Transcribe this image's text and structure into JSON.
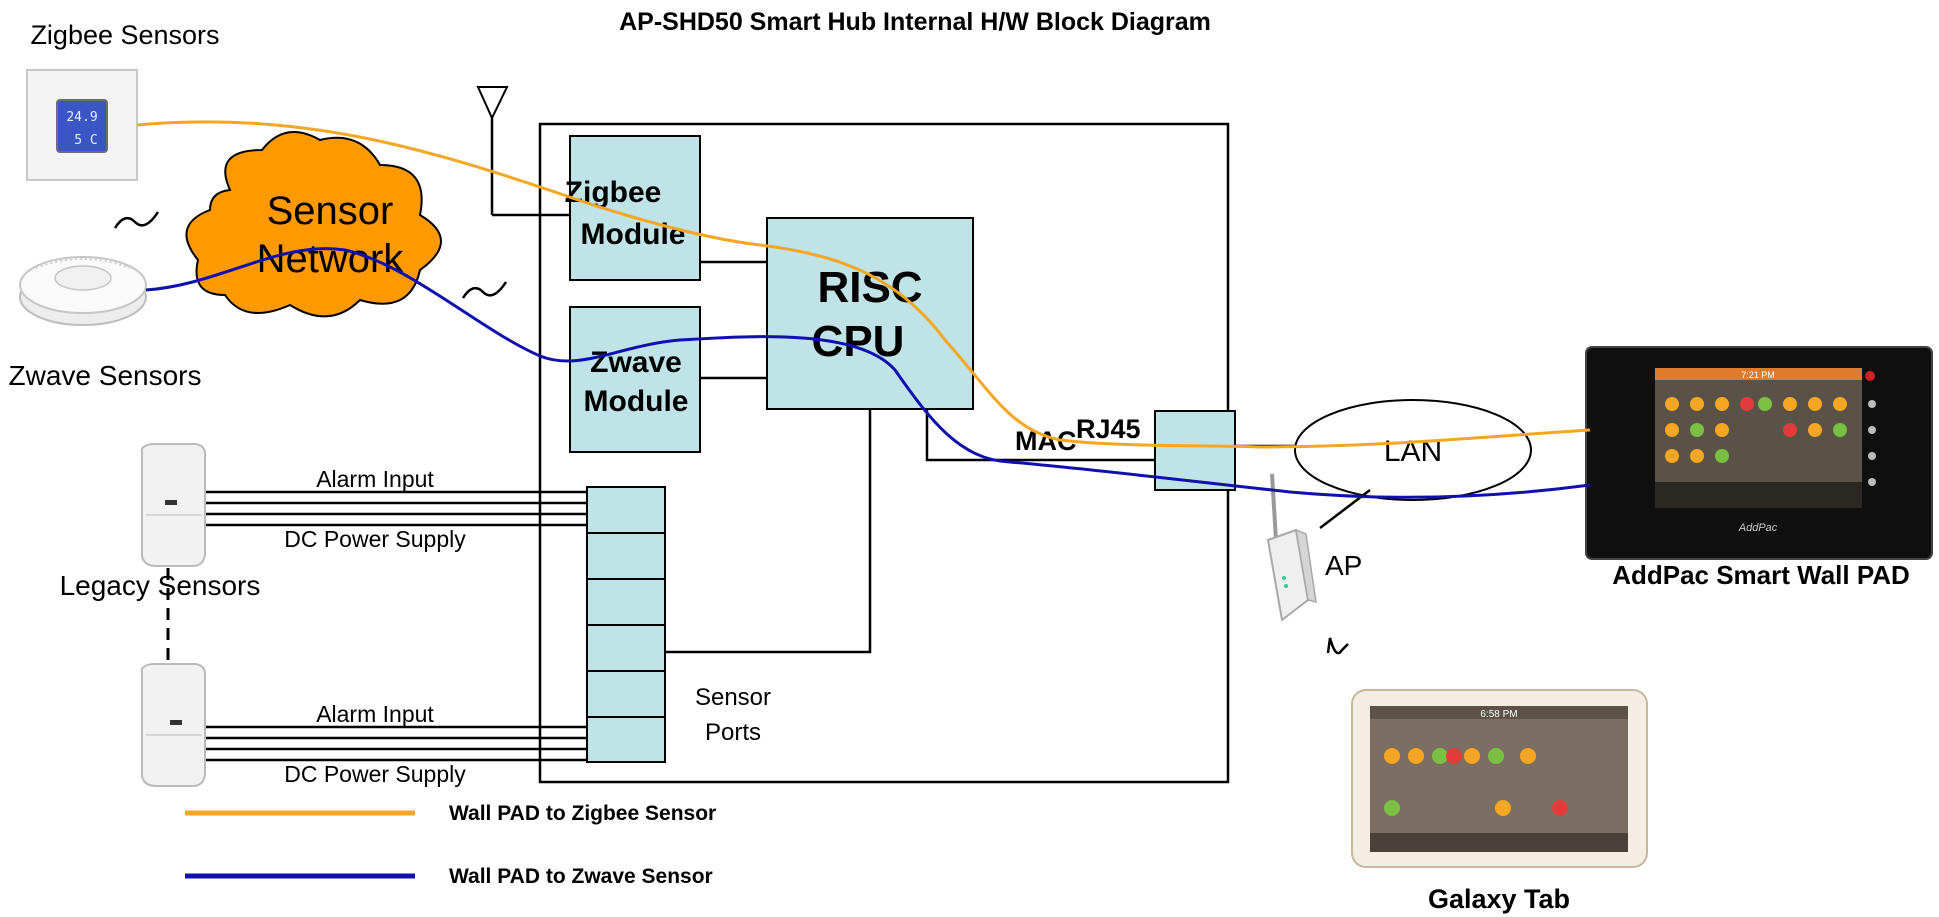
{
  "title": "AP-SHD50 Smart Hub Internal H/W Block Diagram",
  "labels": {
    "zigbee_sensors": "Zigbee Sensors",
    "zwave_sensors": "Zwave Sensors",
    "legacy_sensors": "Legacy Sensors",
    "sensor_network_line1": "Sensor",
    "sensor_network_line2": "Network",
    "alarm_input": "Alarm Input",
    "dc_power_supply": "DC Power Supply",
    "sensor_ports_line1": "Sensor",
    "sensor_ports_line2": "Ports",
    "mac": "MAC",
    "rj45": "RJ45",
    "lan": "LAN",
    "ap": "AP",
    "wall_pad": "AddPac Smart Wall PAD",
    "galaxy_tab": "Galaxy Tab"
  },
  "modules": {
    "zigbee_line1": "Zigbee",
    "zigbee_line2": "Module",
    "zwave_line1": "Zwave",
    "zwave_line2": "Module",
    "cpu_line1": "RISC",
    "cpu_line2": "CPU"
  },
  "legend": [
    {
      "label": "Wall PAD  to Zigbee Sensor",
      "color": "#F5A623"
    },
    {
      "label": "Wall PAD  to Zwave Sensor",
      "color": "#1010B0"
    }
  ],
  "devices": {
    "zigbee_display_line1": "24.9",
    "zigbee_display_line2": "5 C",
    "wall_pad_time": "7:21 PM",
    "wall_pad_brand": "AddPac",
    "tablet_time": "6:58 PM"
  },
  "colors": {
    "module_fill": "#BFE3E6",
    "cloud_fill": "#FF9900",
    "zigbee_path": "#F5A623",
    "zwave_path": "#1010B0"
  }
}
